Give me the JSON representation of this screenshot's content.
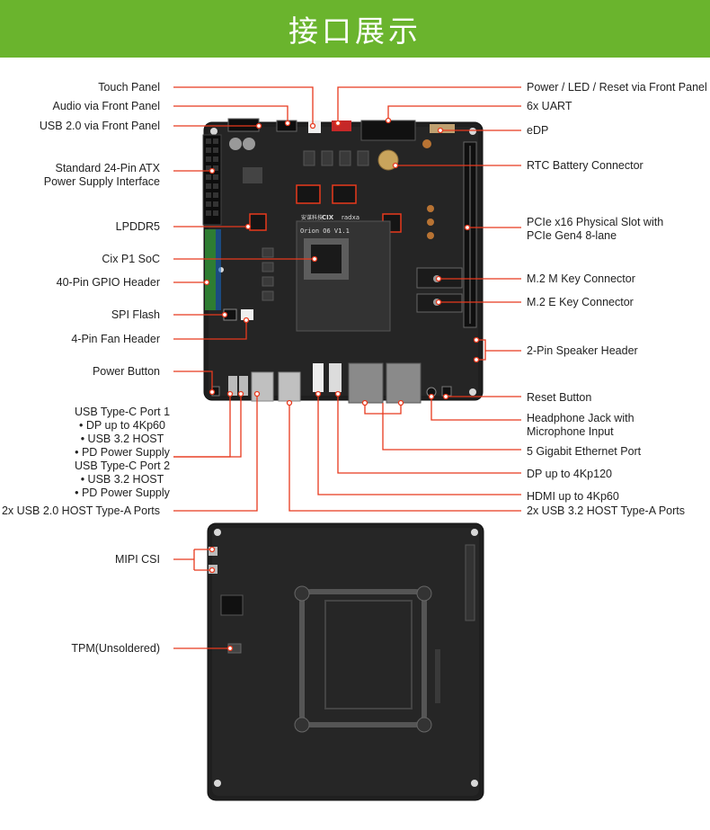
{
  "header": {
    "title": "接口展示",
    "color": "#6ab42d"
  },
  "accent_color": "#e8391d",
  "board_silk": {
    "brand_cn": "安谋科技",
    "brand_cix": "CIX",
    "brand_radxa": "radxa",
    "model": "Orion O6 V1.1"
  },
  "top_board_labels": {
    "left": [
      {
        "id": "touch-panel",
        "text": "Touch Panel"
      },
      {
        "id": "audio-front",
        "text": "Audio via Front Panel"
      },
      {
        "id": "usb2-front",
        "text": "USB 2.0 via Front Panel"
      },
      {
        "id": "atx24",
        "lines": [
          "Standard 24-Pin ATX",
          "Power Supply Interface"
        ]
      },
      {
        "id": "lpddr5",
        "text": "LPDDR5"
      },
      {
        "id": "soc",
        "text": "Cix P1 SoC"
      },
      {
        "id": "gpio40",
        "text": "40-Pin GPIO Header"
      },
      {
        "id": "spi-flash",
        "text": "SPI Flash"
      },
      {
        "id": "fan4",
        "text": "4-Pin Fan Header"
      },
      {
        "id": "power-button",
        "text": "Power Button"
      },
      {
        "id": "usbc",
        "lines": [
          "USB Type-C Port 1",
          "• DP up to 4Kp60",
          "• USB 3.2 HOST",
          "• PD Power Supply",
          "USB Type-C Port 2",
          "• USB 3.2 HOST",
          "• PD Power Supply"
        ]
      },
      {
        "id": "usb2-typea",
        "text": "2x USB 2.0 HOST Type-A Ports"
      }
    ],
    "right": [
      {
        "id": "power-led-reset",
        "text": "Power / LED / Reset via Front Panel"
      },
      {
        "id": "uart",
        "text": "6x UART"
      },
      {
        "id": "edp",
        "text": "eDP"
      },
      {
        "id": "rtc",
        "text": "RTC Battery Connector"
      },
      {
        "id": "pcie",
        "lines": [
          "PCIe x16 Physical Slot with",
          "PCIe Gen4 8-lane"
        ]
      },
      {
        "id": "m2m",
        "text": "M.2 M Key Connector"
      },
      {
        "id": "m2e",
        "text": "M.2 E Key Connector"
      },
      {
        "id": "speaker",
        "text": "2-Pin Speaker Header"
      },
      {
        "id": "reset-button",
        "text": "Reset Button"
      },
      {
        "id": "headphone",
        "lines": [
          "Headphone Jack with",
          "Microphone Input"
        ]
      },
      {
        "id": "ethernet",
        "text": "5 Gigabit Ethernet Port"
      },
      {
        "id": "dp",
        "text": "DP up to 4Kp120"
      },
      {
        "id": "hdmi",
        "text": "HDMI up to 4Kp60"
      },
      {
        "id": "usb32-typea",
        "text": "2x USB 3.2 HOST Type-A Ports"
      }
    ]
  },
  "bottom_board_labels": [
    {
      "id": "mipi-csi",
      "text": "MIPI CSI"
    },
    {
      "id": "tpm",
      "text": "TPM(Unsoldered)"
    }
  ]
}
